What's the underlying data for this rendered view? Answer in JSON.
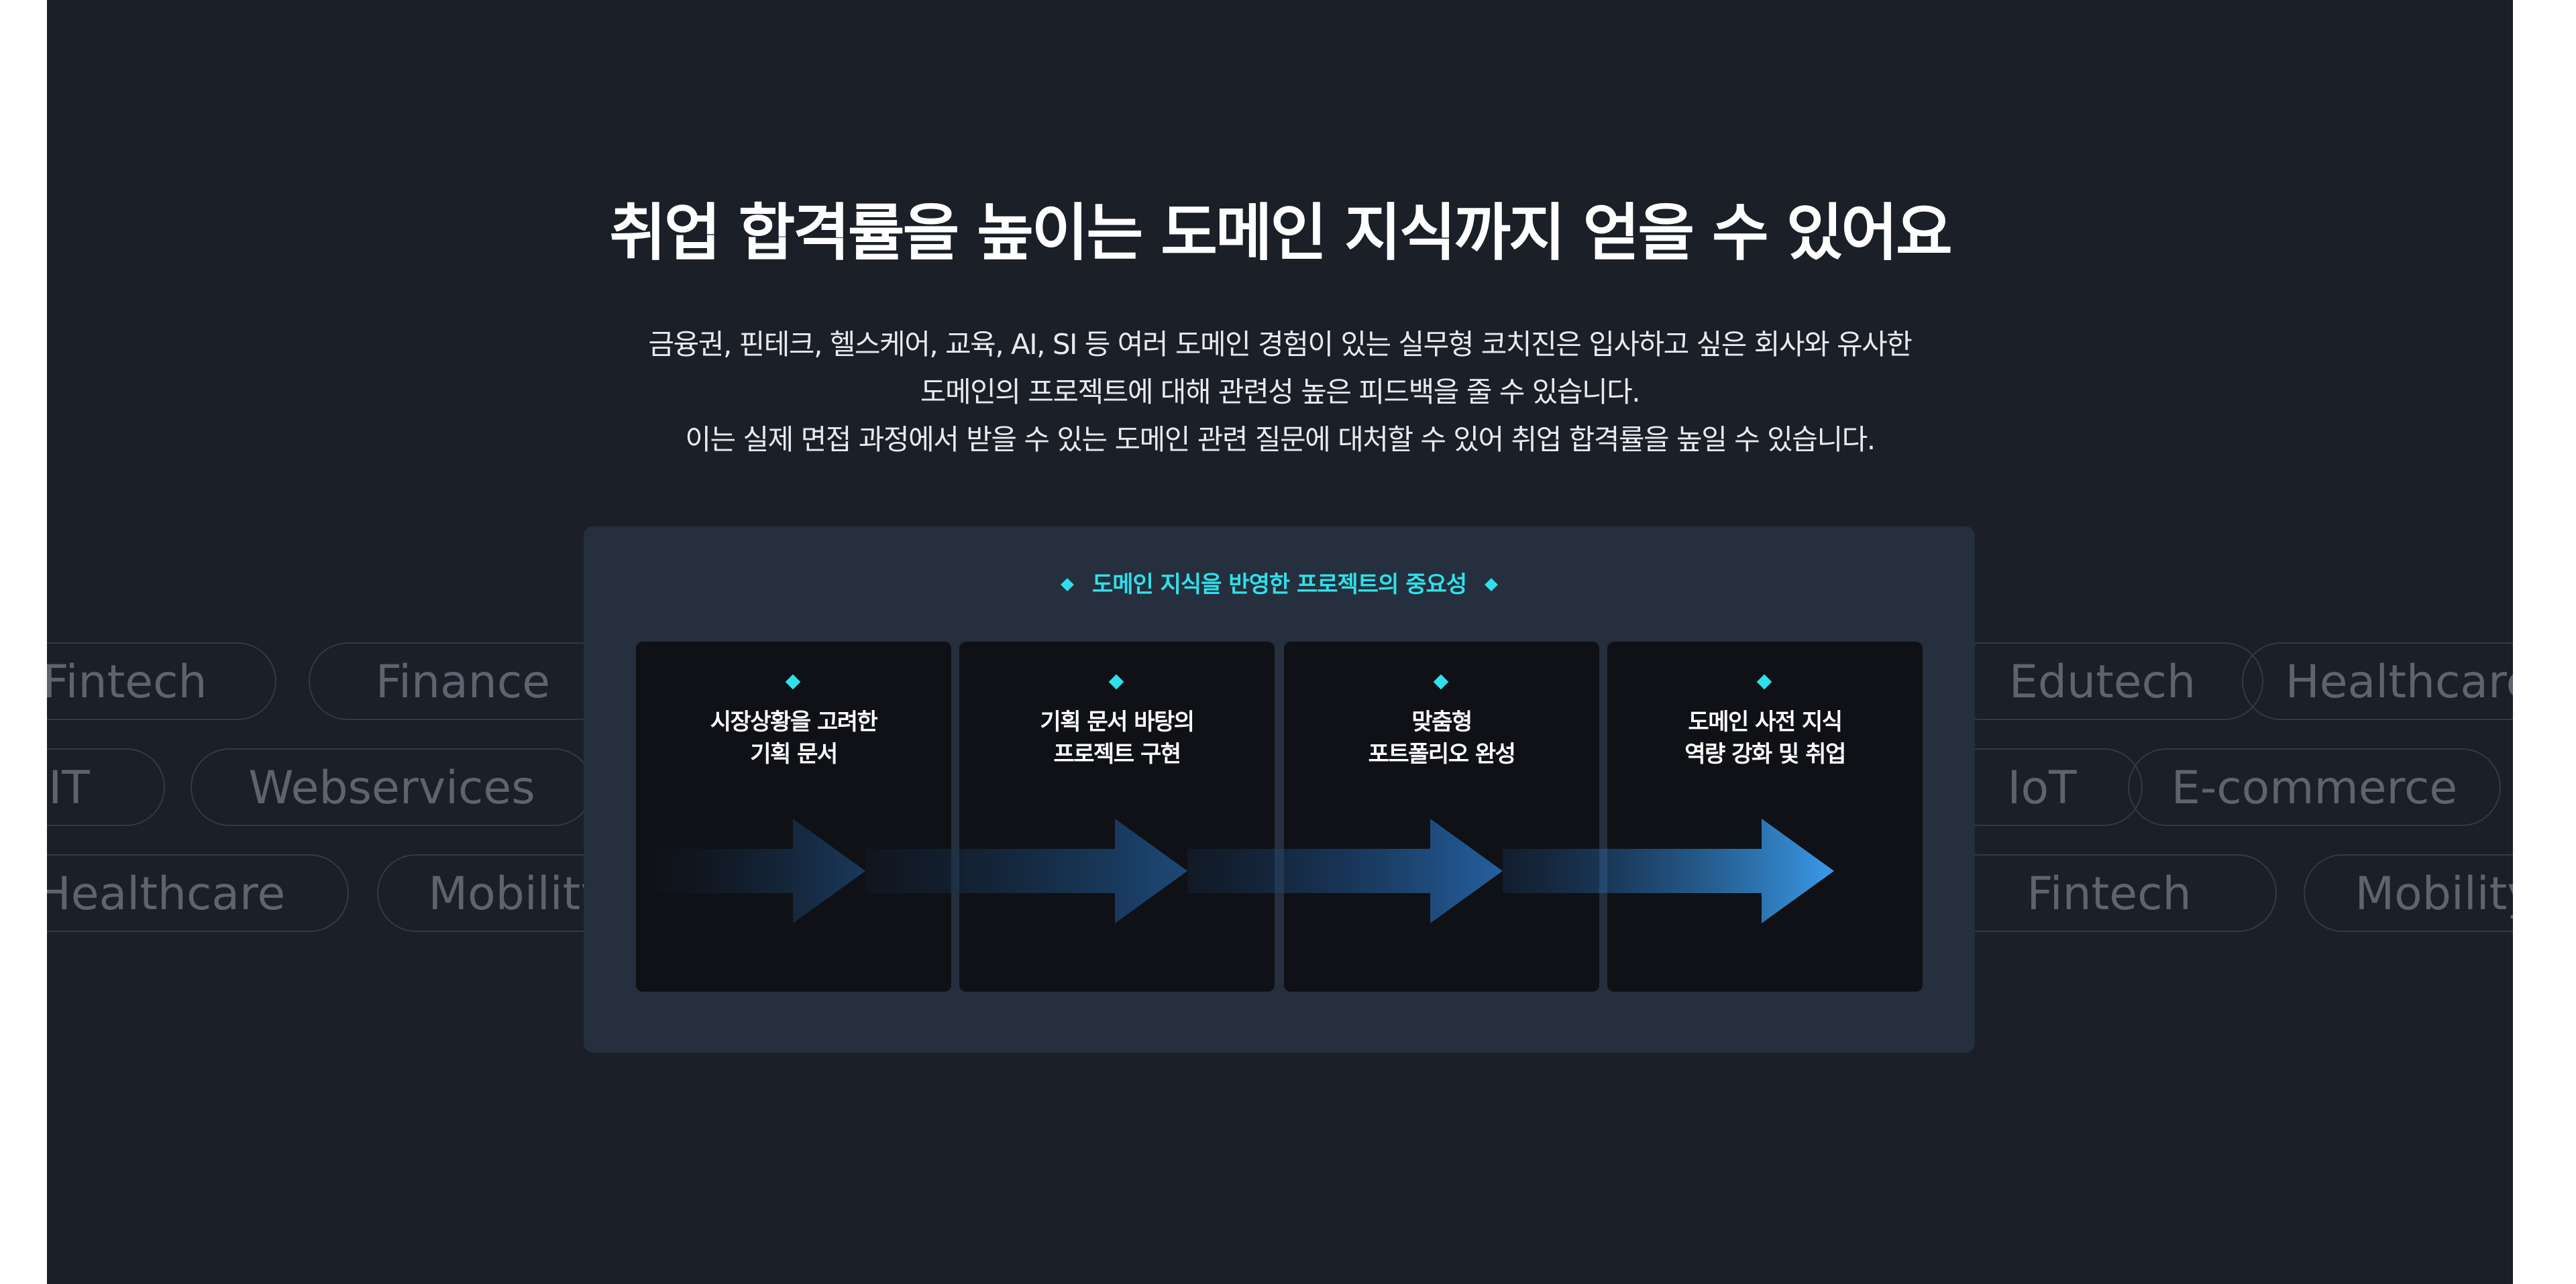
{
  "headline": "취업 합격률을 높이는 도메인 지식까지 얻을 수 있어요",
  "description": [
    "금융권, 핀테크, 헬스케어, 교육, AI, SI 등 여러 도메인 경험이 있는 실무형 코치진은 입사하고 싶은 회사와 유사한",
    "도메인의 프로젝트에 대해 관련성 높은 피드백을 줄 수 있습니다.",
    "이는 실제 면접 과정에서 받을 수 있는 도메인 관련 질문에 대처할 수 있어 취업 합격률을 높일 수 있습니다."
  ],
  "domain_tags": {
    "row1": [
      "Fintech",
      "Finance",
      "Edutech",
      "Healthcare"
    ],
    "row2": [
      "IT",
      "Webservices",
      "IoT",
      "E-commerce"
    ],
    "row3": [
      "Healthcare",
      "Mobility",
      "Fintech",
      "Mobility"
    ]
  },
  "diagram": {
    "title": "도메인 지식을 반영한 프로젝트의 중요성",
    "steps": [
      {
        "line1": "시장상황을 고려한",
        "line2": "기획 문서"
      },
      {
        "line1": "기획 문서 바탕의",
        "line2": "프로젝트 구현"
      },
      {
        "line1": "맞춤형",
        "line2": "포트폴리오 완성"
      },
      {
        "line1": "도메인 사전 지식",
        "line2": "역량 강화 및 취업"
      }
    ]
  },
  "colors": {
    "background": "#1b1f27",
    "accent": "#2fe0ea",
    "arrow_end": "#3a9be8",
    "diagram_bg": "#252f3d",
    "card_bg": "#0f1116"
  }
}
